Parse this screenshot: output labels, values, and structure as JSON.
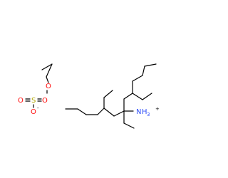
{
  "atoms": {
    "ester_oxygen": "O",
    "sulfur": "S",
    "oxygen_double_left": "O",
    "oxygen_double_right": "O",
    "oxygen_anion": "O",
    "anion_charge": "-",
    "ammonium_n": "N",
    "ammonium_h": "H",
    "ammonium_h_count": "3",
    "ammonium_charge": "+"
  },
  "colors": {
    "bond": "#000000",
    "oxygen": "#ff0d0d",
    "sulfur": "#b3a700",
    "nitrogen": "#3050f8",
    "text": "#000000"
  }
}
